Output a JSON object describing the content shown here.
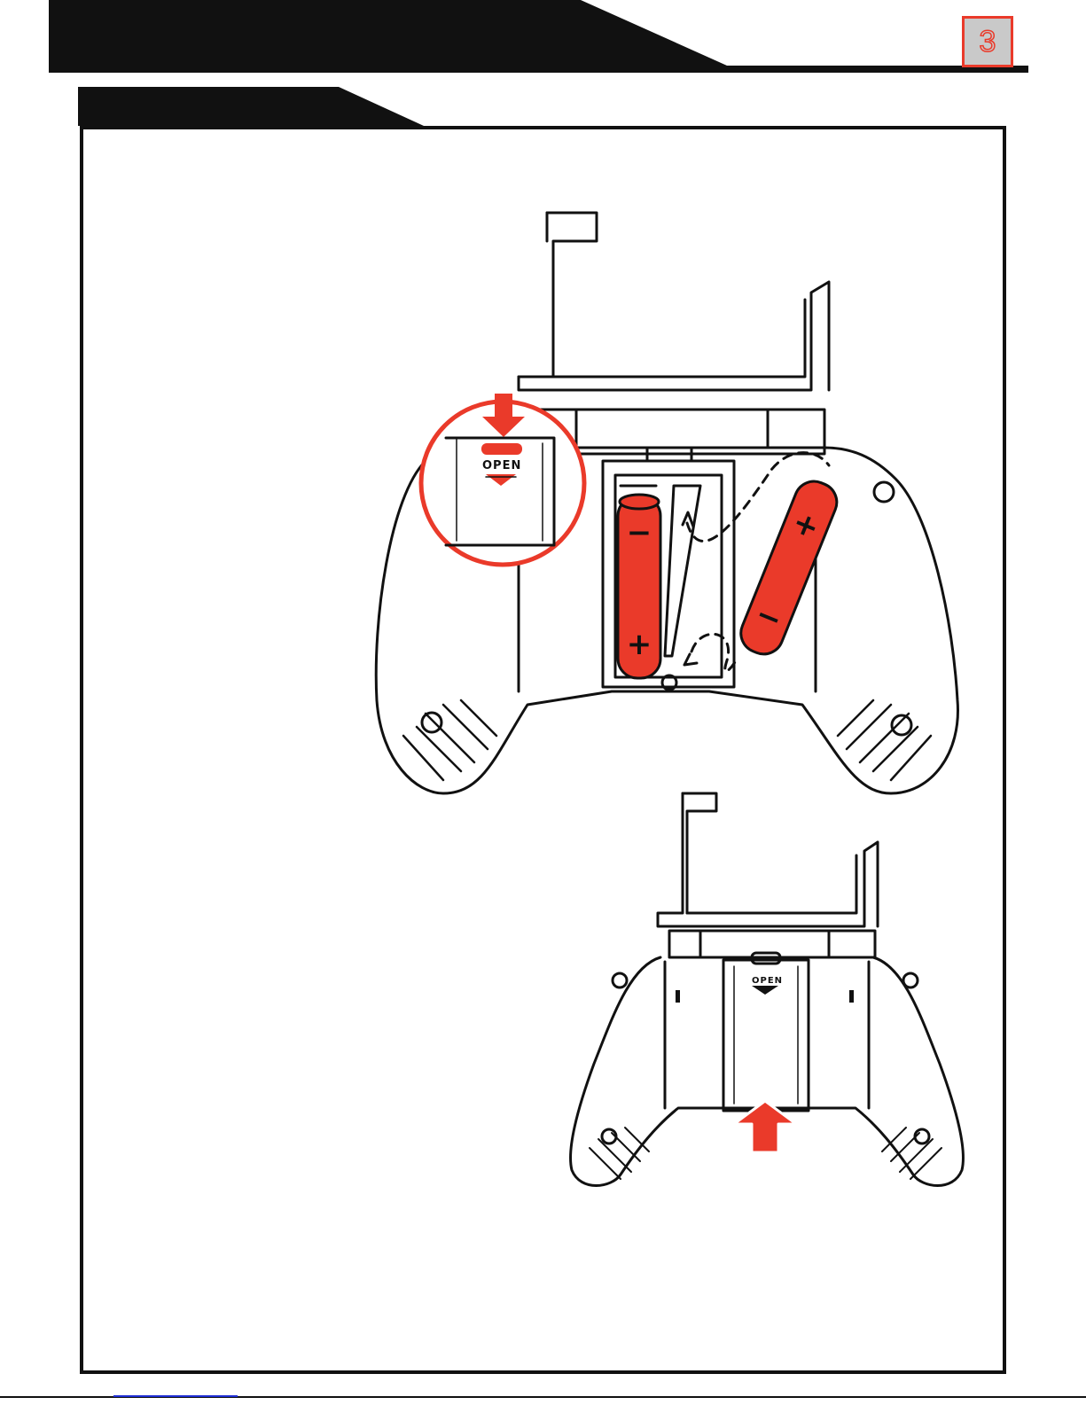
{
  "page": {
    "page_number": "3",
    "colors": {
      "accent": "#ea3a2a",
      "ink": "#111111",
      "page_box_fill": "#c9c9c9"
    }
  },
  "illustration_top": {
    "cover_label": "OPEN",
    "battery_signs": [
      "−",
      "+",
      "+",
      "−"
    ]
  },
  "illustration_bottom": {
    "cover_label": "OPEN"
  },
  "icons": [
    "down-arrow-icon",
    "up-arrow-icon",
    "curved-arrow-icon",
    "controller-icon",
    "battery-icon"
  ]
}
